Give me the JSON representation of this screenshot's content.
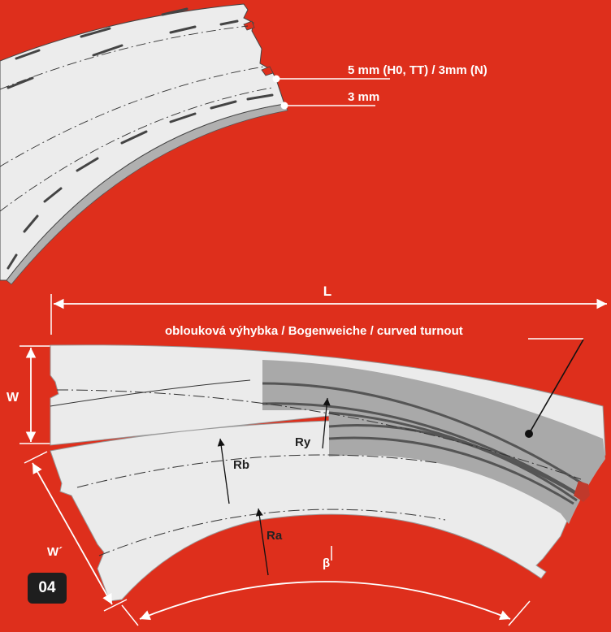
{
  "thickness_labels": {
    "top": "5 mm (H0, TT) / 3mm (N)",
    "bottom": "3 mm"
  },
  "dimension_labels": {
    "length": "L",
    "width": "W",
    "width_alt": "W´",
    "angle": "β"
  },
  "radius_labels": {
    "outer": "Rb",
    "inner": "Ra",
    "turnout": "Ry"
  },
  "turnout_label": "oblouková výhybka / Bogenweiche / curved turnout",
  "figure_number": "04",
  "colors": {
    "background": "#de2f1c",
    "plate": "#ebebeb",
    "turnout_zone": "#a9a9a9",
    "rail": "#555555",
    "outline": "#ffffff"
  }
}
